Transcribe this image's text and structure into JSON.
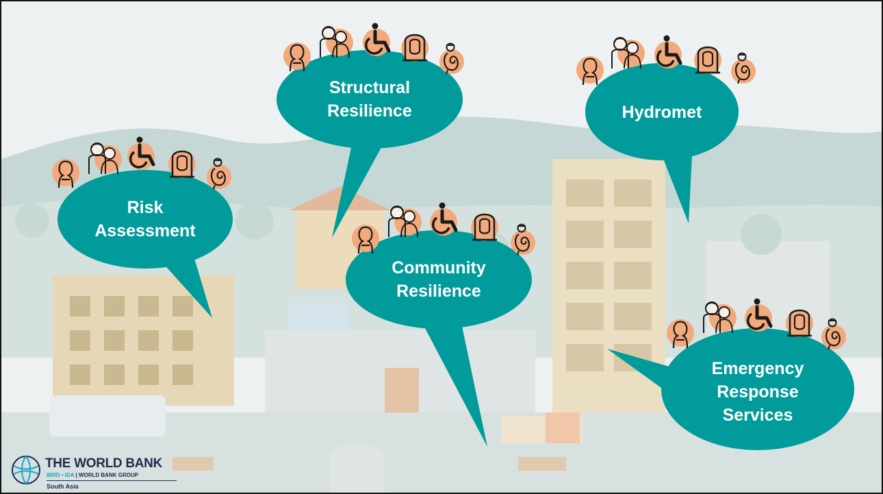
{
  "slide": {
    "bubbles": [
      {
        "id": "risk",
        "line1": "Risk",
        "line2": "Assessment"
      },
      {
        "id": "structural",
        "line1": "Structural",
        "line2": "Resilience"
      },
      {
        "id": "hydromet",
        "line1": "Hydromet",
        "line2": ""
      },
      {
        "id": "community",
        "line1": "Community",
        "line2": "Resilience"
      },
      {
        "id": "emergency",
        "line1": "Emergency",
        "line2": "Response",
        "line3": "Services"
      }
    ],
    "icon_set": [
      "woman-icon",
      "elderly-couple-icon",
      "wheelchair-icon",
      "hijab-woman-icon",
      "pregnant-woman-icon"
    ],
    "colors": {
      "bubble": "#009b9a",
      "icon_circle": "#f2a97c",
      "text": "#ffffff"
    }
  },
  "logo": {
    "title": "THE WORLD BANK",
    "sub_ibrd": "IBRD • IDA",
    "sub_group": " | WORLD BANK GROUP",
    "region": "South Asia"
  }
}
